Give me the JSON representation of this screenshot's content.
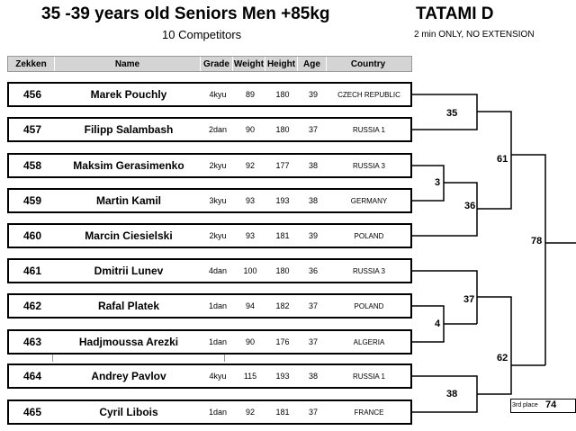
{
  "header": {
    "title": "35 -39 years old  Seniors Men +85kg",
    "tatami": "TATAMI  D",
    "competitors": "10 Competitors",
    "rule": "2 min ONLY, NO EXTENSION"
  },
  "columns": [
    "Zekken",
    "Name",
    "Grade",
    "Weight",
    "Height",
    "Age",
    "Country"
  ],
  "competitors": [
    {
      "zekken": "456",
      "name": "Marek Pouchly",
      "grade": "4kyu",
      "weight": "89",
      "height": "180",
      "age": "39",
      "country": "CZECH REPUBLIC"
    },
    {
      "zekken": "457",
      "name": "Filipp Salambash",
      "grade": "2dan",
      "weight": "90",
      "height": "180",
      "age": "37",
      "country": "RUSSIA 1"
    },
    {
      "zekken": "458",
      "name": "Maksim Gerasimenko",
      "grade": "2kyu",
      "weight": "92",
      "height": "177",
      "age": "38",
      "country": "RUSSIA 3"
    },
    {
      "zekken": "459",
      "name": "Martin Kamil",
      "grade": "3kyu",
      "weight": "93",
      "height": "193",
      "age": "38",
      "country": "GERMANY"
    },
    {
      "zekken": "460",
      "name": "Marcin Ciesielski",
      "grade": "2kyu",
      "weight": "93",
      "height": "181",
      "age": "39",
      "country": "POLAND"
    },
    {
      "zekken": "461",
      "name": "Dmitrii Lunev",
      "grade": "4dan",
      "weight": "100",
      "height": "180",
      "age": "36",
      "country": "RUSSIA 3"
    },
    {
      "zekken": "462",
      "name": "Rafal Platek",
      "grade": "1dan",
      "weight": "94",
      "height": "182",
      "age": "37",
      "country": "POLAND"
    },
    {
      "zekken": "463",
      "name": "Hadjmoussa Arezki",
      "grade": "1dan",
      "weight": "90",
      "height": "176",
      "age": "37",
      "country": "ALGERIA"
    },
    {
      "zekken": "464",
      "name": "Andrey Pavlov",
      "grade": "4kyu",
      "weight": "115",
      "height": "193",
      "age": "38",
      "country": "RUSSIA 1"
    },
    {
      "zekken": "465",
      "name": "Cyril Libois",
      "grade": "1dan",
      "weight": "92",
      "height": "181",
      "age": "37",
      "country": "FRANCE"
    }
  ],
  "bracket": {
    "m35": "35",
    "m3": "3",
    "m36": "36",
    "m61": "61",
    "m78": "78",
    "m37": "37",
    "m4": "4",
    "m62": "62",
    "m38": "38",
    "third_label": "3rd place",
    "m74": "74"
  }
}
